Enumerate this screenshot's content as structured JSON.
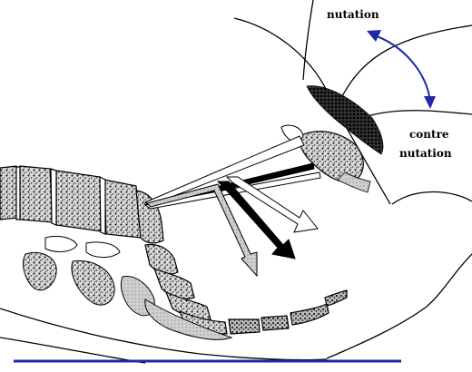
{
  "labels": {
    "nutation": "nutation",
    "contre": "contre",
    "nutation_2": "nutation"
  },
  "colors": {
    "ink": "#000000",
    "accent_blue": "#1f28a6",
    "bone_texture": "#9a9a9a",
    "white": "#ffffff"
  },
  "icons": {
    "rotation_arrow": "curved-double-arrow",
    "force_arrows": "force-vector-arrows"
  }
}
